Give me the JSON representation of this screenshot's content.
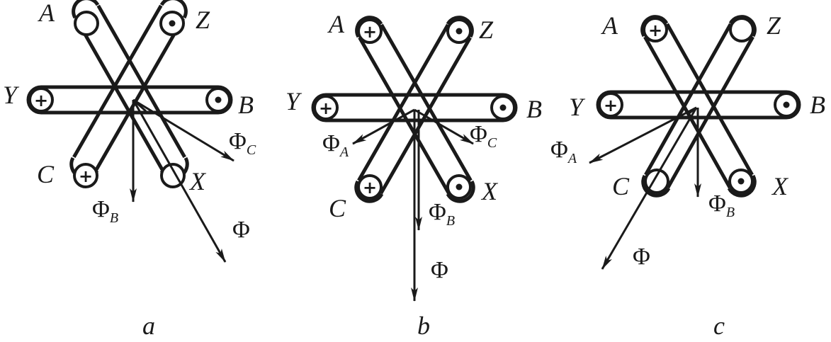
{
  "colors": {
    "ink": "#1a1a1a",
    "background": "#ffffff"
  },
  "symbols": {
    "plus": "+",
    "flux": "Φ"
  },
  "diagrams": [
    {
      "caption": "a",
      "terminals": {
        "A": "A",
        "Z": "Z",
        "Y": "Y",
        "B": "B",
        "C": "C",
        "X": "X"
      },
      "marks": {
        "A": "none",
        "Z": "dot",
        "Y": "plus",
        "B": "dot",
        "C": "plus",
        "X": "none"
      },
      "flux": [
        {
          "name": "Φ",
          "sub": "C"
        },
        {
          "name": "Φ",
          "sub": "B"
        },
        {
          "name": "Φ",
          "sub": ""
        }
      ]
    },
    {
      "caption": "b",
      "terminals": {
        "A": "A",
        "Z": "Z",
        "Y": "Y",
        "B": "B",
        "C": "C",
        "X": "X"
      },
      "marks": {
        "A": "plus",
        "Z": "dot",
        "Y": "plus",
        "B": "dot",
        "C": "plus",
        "X": "dot"
      },
      "flux": [
        {
          "name": "Φ",
          "sub": "A"
        },
        {
          "name": "Φ",
          "sub": "C"
        },
        {
          "name": "Φ",
          "sub": "B"
        },
        {
          "name": "Φ",
          "sub": ""
        }
      ]
    },
    {
      "caption": "c",
      "terminals": {
        "A": "A",
        "Z": "Z",
        "Y": "Y",
        "B": "B",
        "C": "C",
        "X": "X"
      },
      "marks": {
        "A": "plus",
        "Z": "none",
        "Y": "plus",
        "B": "dot",
        "C": "none",
        "X": "dot"
      },
      "flux": [
        {
          "name": "Φ",
          "sub": "A"
        },
        {
          "name": "Φ",
          "sub": "B"
        },
        {
          "name": "Φ",
          "sub": ""
        }
      ]
    }
  ]
}
